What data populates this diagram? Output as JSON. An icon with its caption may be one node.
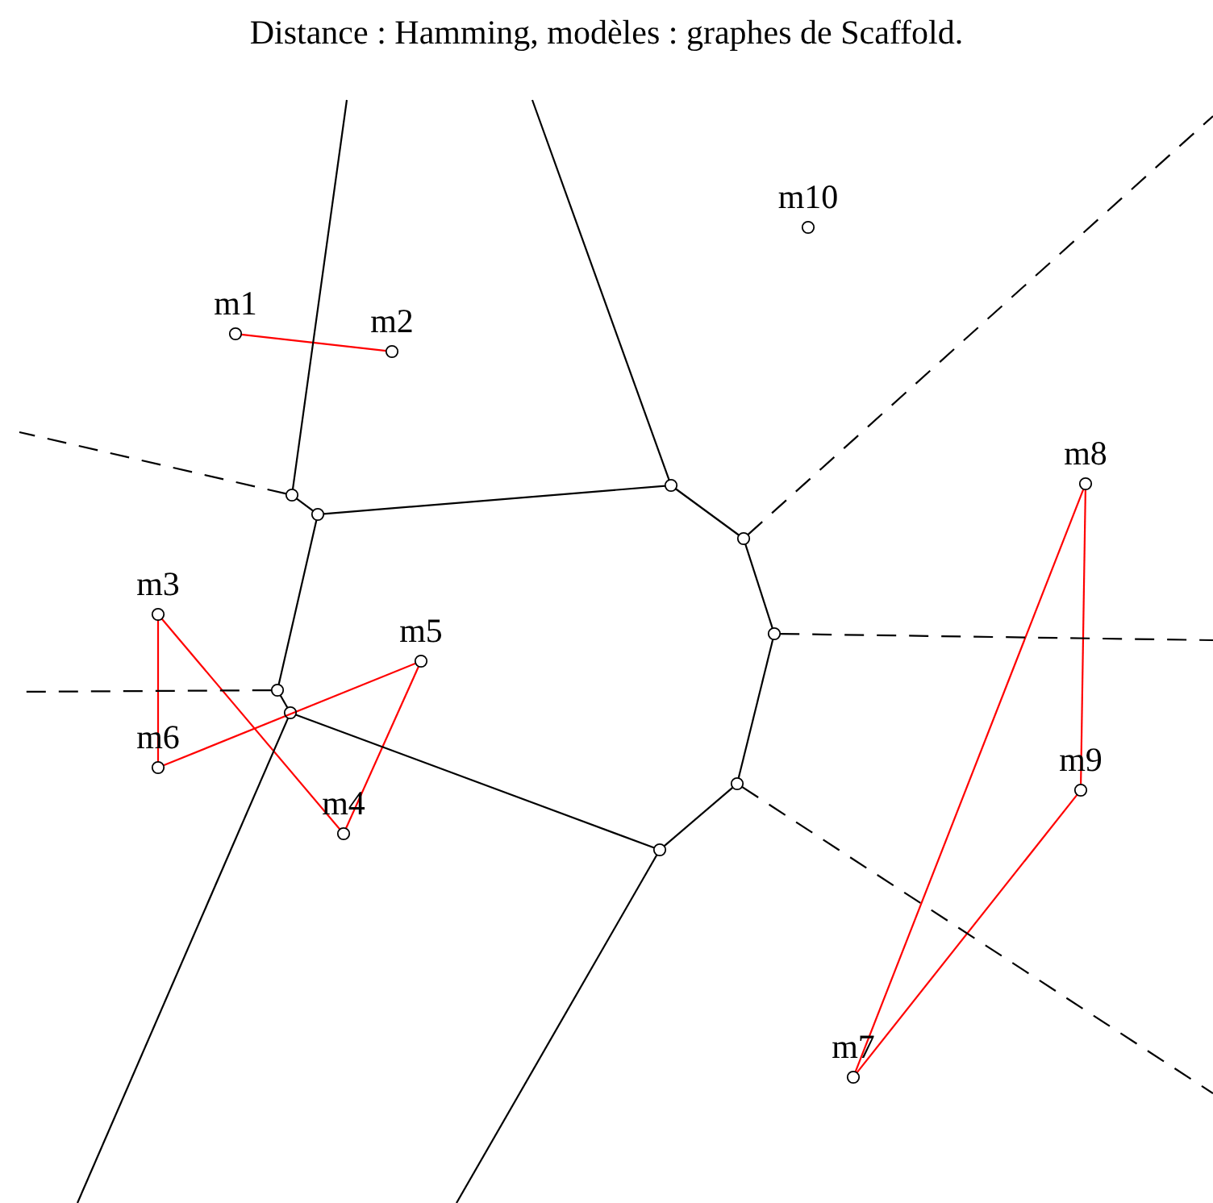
{
  "diagram": {
    "title": "Distance : Hamming, modèles : graphes de Scaffold.",
    "nodes": [
      {
        "text": [],
        "shape": "circle",
        "beside": [
          "m1"
        ]
      },
      {
        "text": [],
        "shape": "circle",
        "beside": [
          "m2"
        ]
      },
      {
        "text": [],
        "shape": "circle",
        "beside": [
          "m3"
        ]
      },
      {
        "text": [],
        "shape": "circle",
        "beside": [
          "m4"
        ]
      },
      {
        "text": [],
        "shape": "circle",
        "beside": [
          "m5"
        ]
      },
      {
        "text": [],
        "shape": "circle",
        "beside": [
          "m6"
        ]
      },
      {
        "text": [],
        "shape": "circle",
        "beside": [
          "m7"
        ]
      },
      {
        "text": [],
        "shape": "circle",
        "beside": [
          "m8"
        ]
      },
      {
        "text": [],
        "shape": "circle",
        "beside": [
          "m9"
        ]
      },
      {
        "text": [],
        "shape": "circle",
        "beside": [
          "m10"
        ]
      },
      {
        "text": [],
        "shape": "circle"
      },
      {
        "text": [],
        "shape": "circle"
      },
      {
        "text": [],
        "shape": "circle"
      },
      {
        "text": [],
        "shape": "circle"
      },
      {
        "text": [],
        "shape": "circle"
      },
      {
        "text": [],
        "shape": "circle"
      },
      {
        "text": [],
        "shape": "circle"
      },
      {
        "text": [],
        "shape": "circle"
      },
      {
        "text": [],
        "shape": "circle"
      }
    ],
    "edges": [
      {
        "from": 0,
        "to": 1,
        "arrow": "none",
        "color": "#ff0000"
      },
      {
        "from": 2,
        "to": 5,
        "arrow": "none",
        "color": "#ff0000"
      },
      {
        "from": 2,
        "to": 3,
        "arrow": "none",
        "color": "#ff0000"
      },
      {
        "from": 5,
        "to": 4,
        "arrow": "none",
        "color": "#ff0000"
      },
      {
        "from": 4,
        "to": 3,
        "arrow": "none",
        "color": "#ff0000"
      },
      {
        "from": 7,
        "to": 8,
        "arrow": "none",
        "color": "#ff0000"
      },
      {
        "from": 7,
        "to": 6,
        "arrow": "none",
        "color": "#ff0000"
      },
      {
        "from": 8,
        "to": 6,
        "arrow": "none",
        "color": "#ff0000"
      },
      {
        "from": 11,
        "to": null,
        "arrow": "none"
      },
      {
        "from": 11,
        "to": 12,
        "arrow": "none"
      },
      {
        "from": 12,
        "to": 10,
        "arrow": "none"
      },
      {
        "from": 10,
        "to": null,
        "arrow": "none"
      },
      {
        "from": 10,
        "to": 13,
        "arrow": "none"
      },
      {
        "from": 13,
        "to": 14,
        "arrow": "none"
      },
      {
        "from": 14,
        "to": 17,
        "arrow": "none"
      },
      {
        "from": 17,
        "to": 18,
        "arrow": "none"
      },
      {
        "from": 18,
        "to": null,
        "arrow": "none"
      },
      {
        "from": 18,
        "to": 16,
        "arrow": "none"
      },
      {
        "from": 16,
        "to": null,
        "arrow": "none"
      },
      {
        "from": 12,
        "to": 15,
        "arrow": "none"
      },
      {
        "from": 15,
        "to": 16,
        "arrow": "none"
      },
      {
        "from": 11,
        "to": null,
        "arrow": "none",
        "style": "dashed"
      },
      {
        "from": 13,
        "to": null,
        "arrow": "none",
        "style": "dashed"
      },
      {
        "from": 14,
        "to": null,
        "arrow": "none",
        "style": "dashed"
      },
      {
        "from": 17,
        "to": null,
        "arrow": "none",
        "style": "dashed"
      },
      {
        "from": 15,
        "to": null,
        "arrow": "none",
        "style": "dashed"
      }
    ]
  }
}
